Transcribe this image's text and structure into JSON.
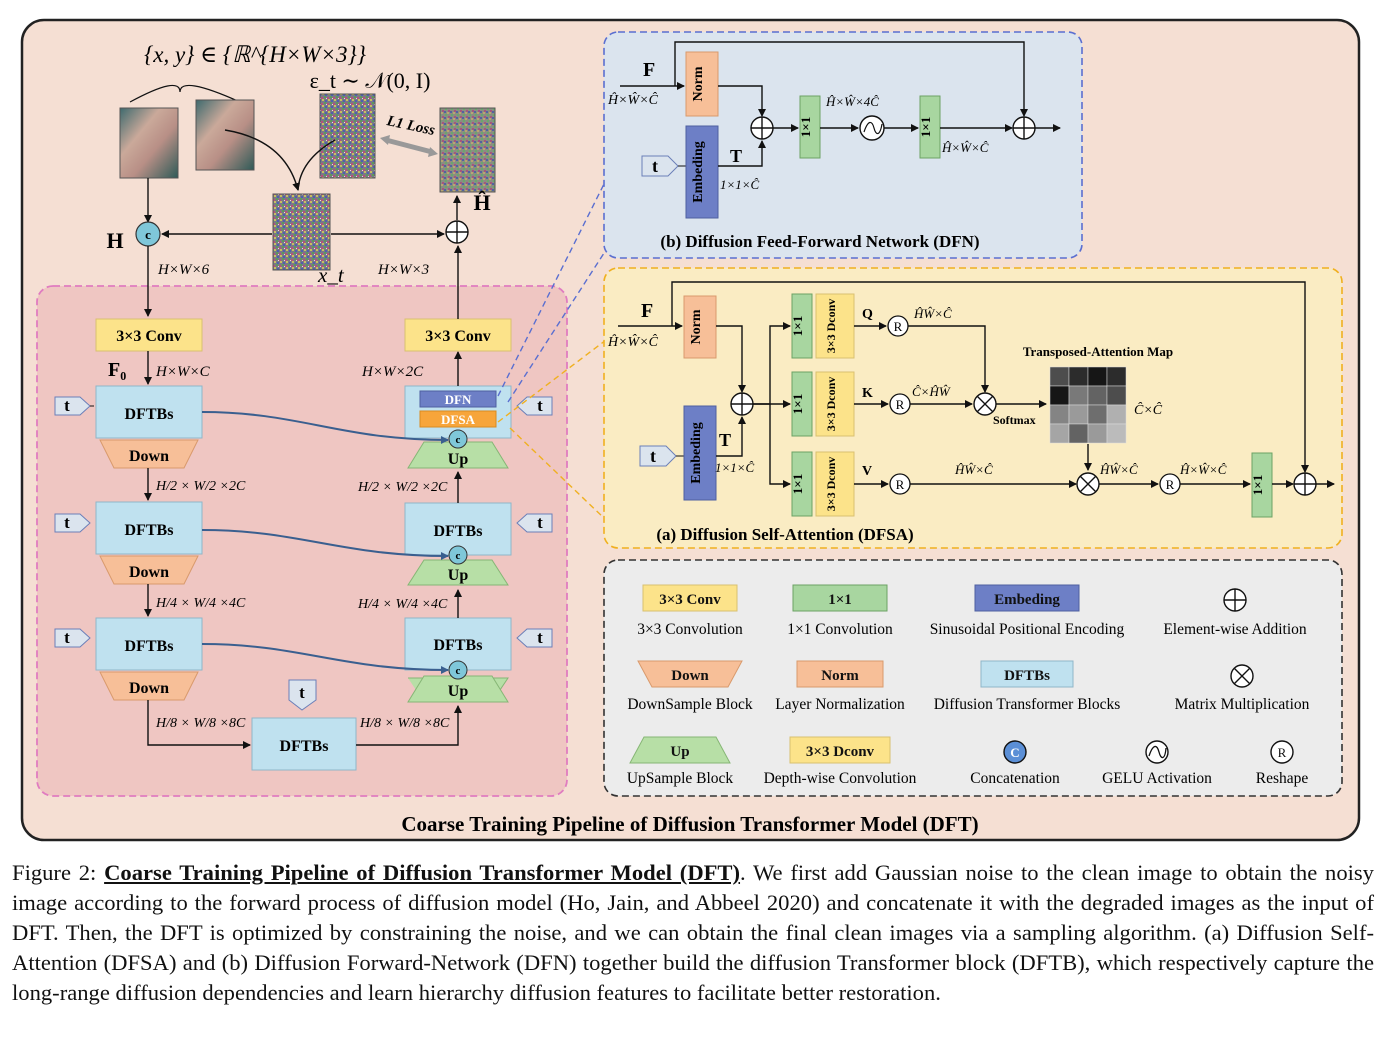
{
  "pipeline": {
    "title": "Coarse Training Pipeline of  Diffusion Transformer Model (DFT)",
    "input_set": "{x, y} ∈ {ℝ^{H×W×3}}",
    "noise": "ε_t ∼ 𝒩(0, I)",
    "loss": "L1 Loss",
    "h_hat": "Ĥ",
    "x_t": "x_t",
    "H": "H",
    "hw6": "H×W×6",
    "hw3": "H×W×3",
    "hwc": "H×W×C",
    "hw2c": "H×W×2C",
    "f0": "F₀",
    "down1": "H/2 × W/2 ×2C",
    "down2": "H/4 × W/4 ×4C",
    "down3": "H/8 × W/8 ×8C",
    "up1": "H/2 × W/2 ×2C",
    "up2": "H/4 × W/4 ×4C",
    "up3": "H/8 × W/8 ×8C",
    "conv": "3×3 Conv",
    "dftbs": "DFTBs",
    "down": "Down",
    "up": "Up",
    "t": "t",
    "c": "c",
    "dfn": "DFN",
    "dfsa": "DFSA"
  },
  "dfn": {
    "title": "(b) Diffusion Feed-Forward Network (DFN)",
    "F": "F",
    "F_dim": "Ĥ×Ŵ×Ĉ",
    "norm": "Norm",
    "embed": "Embeding",
    "T": "T",
    "T_dim": "1×1×Ĉ",
    "conv1": "1×1",
    "mid_dim": "Ĥ×Ŵ×4Ĉ",
    "out_dim": "Ĥ×Ŵ×Ĉ",
    "t": "t"
  },
  "dfsa": {
    "title": "(a) Diffusion Self-Attention (DFSA)",
    "F": "F",
    "F_dim": "Ĥ×Ŵ×Ĉ",
    "norm": "Norm",
    "embed": "Embeding",
    "T": "T",
    "T_dim": "1×1×Ĉ",
    "conv1": "1×1",
    "dconv": "3×3 Dconv",
    "Q": "Q",
    "K": "K",
    "V": "V",
    "q_dim": "ĤŴ×Ĉ",
    "k_dim": "Ĉ×ĤŴ",
    "v_dim": "ĤŴ×Ĉ",
    "softmax": "Softmax",
    "map_title": "Transposed-Attention Map",
    "map_dim": "Ĉ×Ĉ",
    "mm_dim": "ĤŴ×Ĉ",
    "r_dim": "Ĥ×Ŵ×Ĉ",
    "t": "t",
    "R": "R",
    "map_cells": [
      [
        0.35,
        0.2,
        0.1,
        0.2
      ],
      [
        0.1,
        0.55,
        0.45,
        0.35
      ],
      [
        0.6,
        0.7,
        0.5,
        0.8
      ],
      [
        0.75,
        0.45,
        0.7,
        0.85
      ]
    ]
  },
  "legend": {
    "items": [
      {
        "chip": "3×3 Conv",
        "label": "3×3 Convolution"
      },
      {
        "chip": "1×1",
        "label": "1×1 Convolution"
      },
      {
        "chip": "Embeding",
        "label": "Sinusoidal Positional Encoding"
      },
      {
        "chip": "⊕",
        "label": "Element-wise Addition"
      },
      {
        "chip": "Down",
        "label": "DownSample Block"
      },
      {
        "chip": "Norm",
        "label": "Layer Normalization"
      },
      {
        "chip": "DFTBs",
        "label": "Diffusion Transformer Blocks"
      },
      {
        "chip": "⊗",
        "label": "Matrix Multiplication"
      },
      {
        "chip": "Up",
        "label": "UpSample Block"
      },
      {
        "chip": "3×3 Dconv",
        "label": "Depth-wise Convolution"
      },
      {
        "chip": "C",
        "label": "Concatenation"
      },
      {
        "chip": "GELU",
        "label": "GELU Activation"
      },
      {
        "chip": "R",
        "label": "Reshape"
      }
    ]
  },
  "colors": {
    "outer_bg": "#f5dfd3",
    "pink_bg": "#efc6c2",
    "dfn_bg": "#dbe4ee",
    "dfsa_bg": "#faecc3",
    "legend_bg": "#ececec",
    "conv_yellow": "#fce38a",
    "conv1_green": "#a8d6a0",
    "embed_blue": "#6d7fc6",
    "down_orange": "#f7bf98",
    "dftbs_blue": "#bfe1ef",
    "arrow_blue": "#3a5f8f",
    "up_green": "#b7dfa6"
  },
  "caption": {
    "prefix": "Figure 2: ",
    "lead": "Coarse Training Pipeline of Diffusion Transformer Model (DFT)",
    "body": ". We first add Gaussian noise to the clean image to obtain the noisy image according to the forward process of diffusion model (Ho, Jain, and Abbeel 2020) and concatenate it with the degraded images as the input of DFT. Then, the DFT is optimized by constraining the noise, and we can obtain the final clean images via a sampling algorithm. (a) Diffusion Self-Attention (DFSA) and (b) Diffusion Forward-Network (DFN) together build the diffusion Transformer block (DFTB), which respectively capture the long-range diffusion dependencies and learn hierarchy diffusion features to facilitate better restoration."
  }
}
